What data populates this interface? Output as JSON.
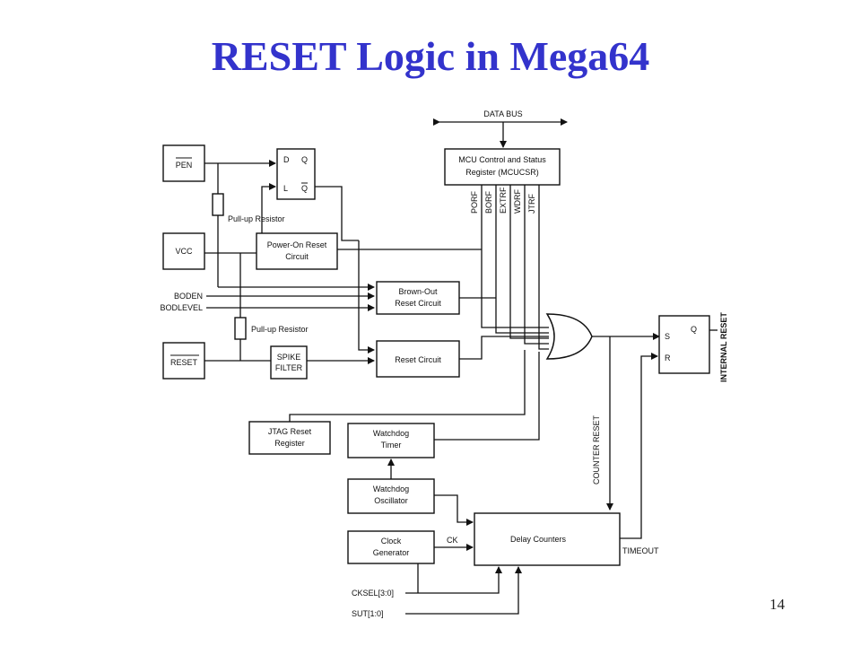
{
  "title": "RESET Logic in Mega64",
  "page_number": "14",
  "diagram": {
    "data_bus": "DATA BUS",
    "mcucsr": {
      "line1": "MCU Control and Status",
      "line2": "Register (MCUCSR)"
    },
    "flags": [
      "PORF",
      "BORF",
      "EXTRF",
      "WDRF",
      "JTRF"
    ],
    "pen": "PEN",
    "vcc": "VCC",
    "reset_pin": "RESET",
    "dff": {
      "d": "D",
      "q": "Q",
      "l": "L",
      "qbar": "Q"
    },
    "pullup_top": "Pull-up Resistor",
    "pullup_bottom": "Pull-up Resistor",
    "por": {
      "line1": "Power-On Reset",
      "line2": "Circuit"
    },
    "boden": "BODEN",
    "bodlevel": "BODLEVEL",
    "bor": {
      "line1": "Brown-Out",
      "line2": "Reset Circuit"
    },
    "spike": {
      "line1": "SPIKE",
      "line2": "FILTER"
    },
    "reset_circuit": "Reset Circuit",
    "jtag": {
      "line1": "JTAG Reset",
      "line2": "Register"
    },
    "wdt": {
      "line1": "Watchdog",
      "line2": "Timer"
    },
    "wdo": {
      "line1": "Watchdog",
      "line2": "Oscillator"
    },
    "clock": {
      "line1": "Clock",
      "line2": "Generator"
    },
    "ck": "CK",
    "delay": "Delay Counters",
    "timeout": "TIMEOUT",
    "counter_reset": "COUNTER RESET",
    "sr": {
      "s": "S",
      "r": "R",
      "q": "Q"
    },
    "internal_reset": "INTERNAL RESET",
    "cksel": "CKSEL[3:0]",
    "sut": "SUT[1:0]"
  }
}
